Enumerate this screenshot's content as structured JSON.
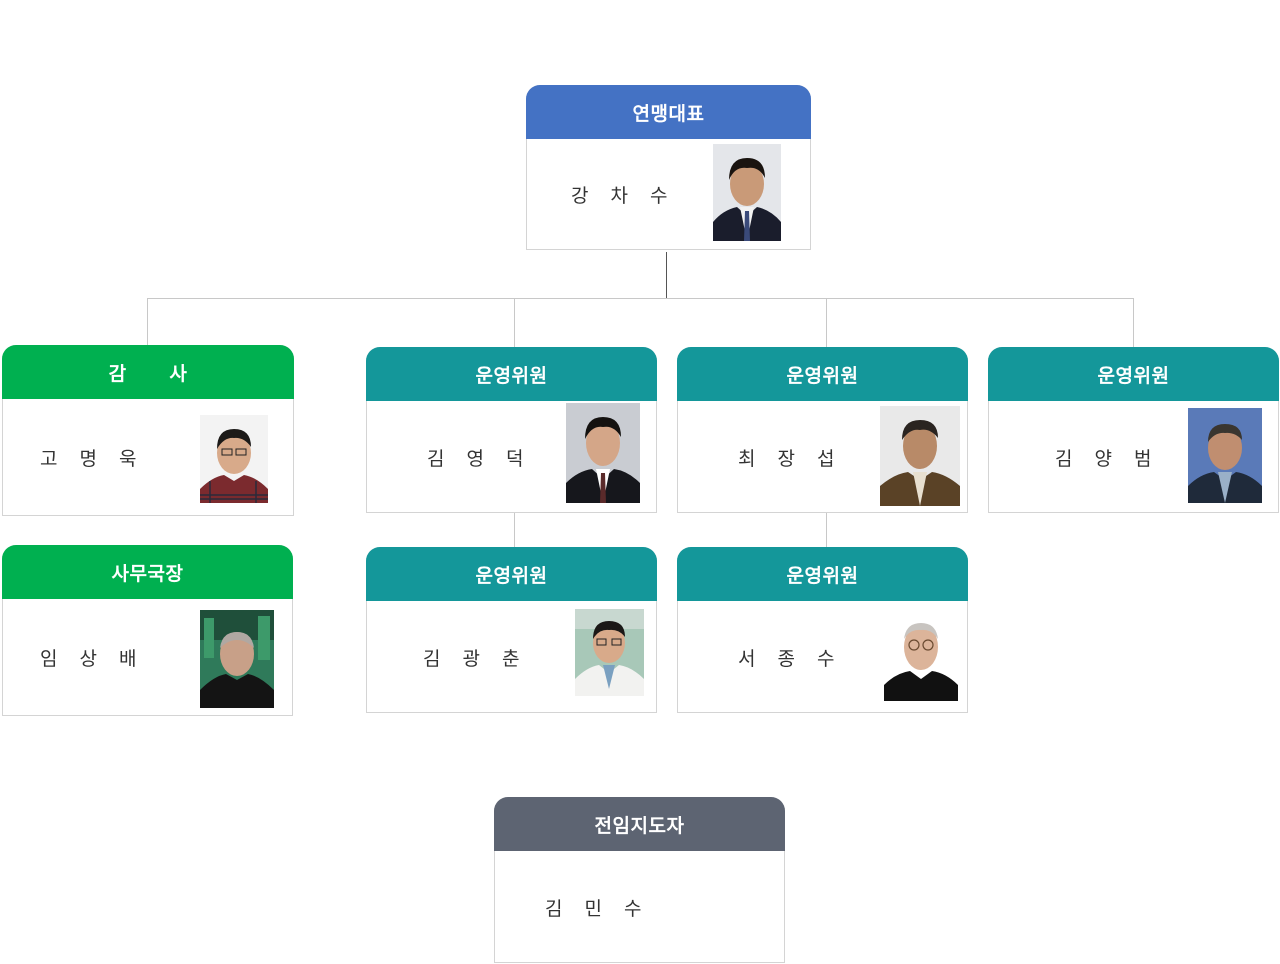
{
  "colors": {
    "blue": "#4472c4",
    "green": "#00b050",
    "teal": "#14979a",
    "gray": "#5d6472"
  },
  "nodes": {
    "president": {
      "title": "연맹대표",
      "name": "강 차 수"
    },
    "auditor": {
      "title": "감      사",
      "name": "고 명 욱"
    },
    "secretary": {
      "title": "사무국장",
      "name": "임 상 배"
    },
    "committee_1": {
      "title": "운영위원",
      "name": "김 영 덕"
    },
    "committee_2": {
      "title": "운영위원",
      "name": "최 장 섭"
    },
    "committee_3": {
      "title": "운영위원",
      "name": "김 양 범"
    },
    "committee_4": {
      "title": "운영위원",
      "name": "김 광 춘"
    },
    "committee_5": {
      "title": "운영위원",
      "name": "서 종 수"
    },
    "coach": {
      "title": "전임지도자",
      "name": "김 민 수"
    }
  }
}
